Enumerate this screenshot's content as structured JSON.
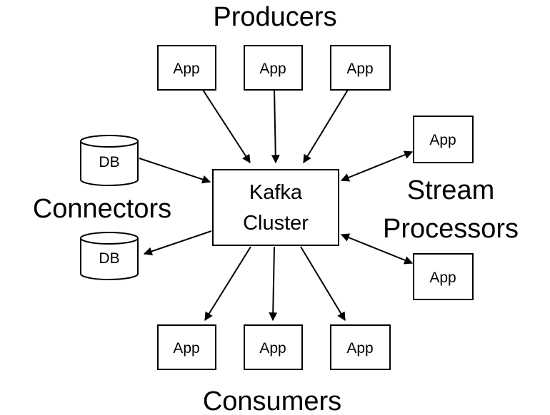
{
  "cluster": {
    "line1": "Kafka",
    "line2": "Cluster"
  },
  "groups": {
    "producers": "Producers",
    "consumers": "Consumers",
    "connectors": "Connectors",
    "stream_processors_line1": "Stream",
    "stream_processors_line2": "Processors"
  },
  "producers": [
    {
      "label": "App"
    },
    {
      "label": "App"
    },
    {
      "label": "App"
    }
  ],
  "consumers": [
    {
      "label": "App"
    },
    {
      "label": "App"
    },
    {
      "label": "App"
    }
  ],
  "stream_processors": [
    {
      "label": "App"
    },
    {
      "label": "App"
    }
  ],
  "connectors": [
    {
      "label": "DB"
    },
    {
      "label": "DB"
    }
  ]
}
